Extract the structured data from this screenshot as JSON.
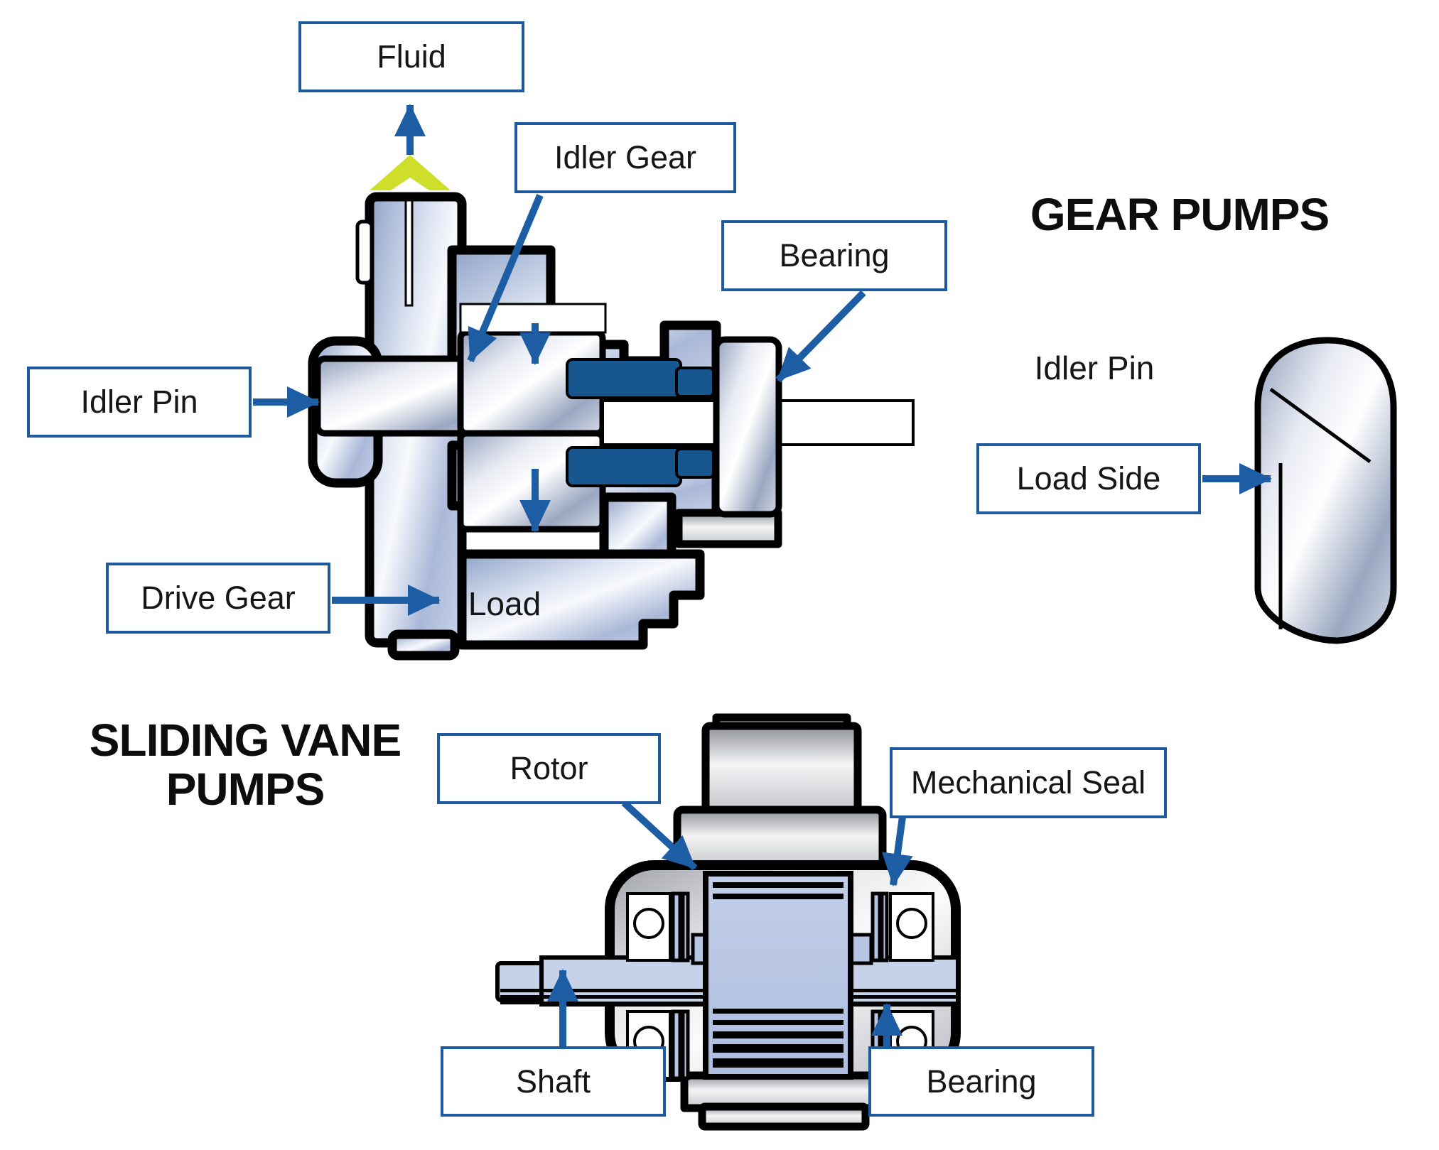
{
  "titles": {
    "gear_pumps": "GEAR PUMPS",
    "sliding_vane_line1": "SLIDING VANE",
    "sliding_vane_line2": "PUMPS"
  },
  "gear_pump": {
    "labels": {
      "fluid": "Fluid",
      "idler_gear": "Idler Gear",
      "bearing": "Bearing",
      "idler_pin_left": "Idler Pin",
      "drive_gear": "Drive Gear",
      "load": "Load",
      "idler_pin_right": "Idler Pin",
      "load_side": "Load Side"
    }
  },
  "vane_pump": {
    "labels": {
      "rotor": "Rotor",
      "mechanical_seal": "Mechanical Seal",
      "shaft": "Shaft",
      "bearing": "Bearing"
    }
  },
  "colors": {
    "accent": "#1e5b9e",
    "arrow": "#1d5da4",
    "teeth": "#17568f",
    "yellow": "#cfdd2b",
    "ink": "#0d0d0d"
  }
}
